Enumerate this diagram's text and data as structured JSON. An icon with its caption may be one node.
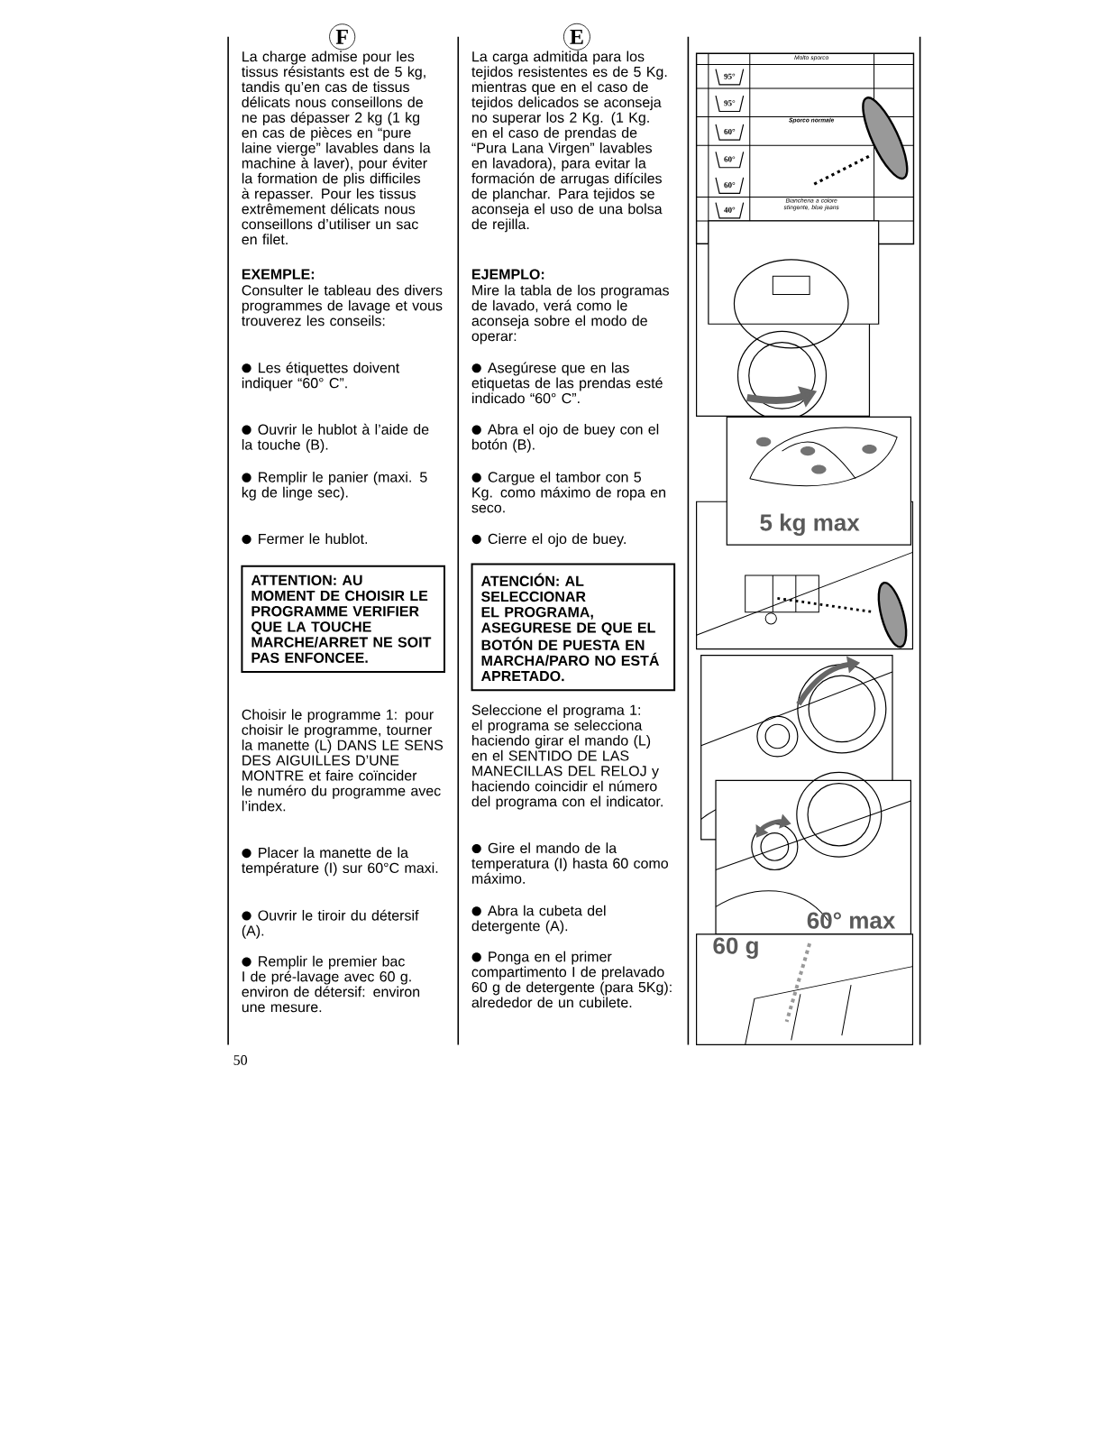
{
  "diagram": {
    "nodes": [
      {
        "text": [
          "ATTENTION: AU MOMENT DE CHOISIR LE PROGRAMME VERIFIER QUE LA TOUCHE MARCHE/ARRET NE SOIT PAS ENFONCEE."
        ]
      },
      {
        "text": [
          "ATENCIÓN: AL SELECCIONAR EL PROGRAMA, ASEGURESE DE QUE EL BOTÓN DE PUESTA EN MARCHA/PARO NO ESTÁ APRETADO."
        ]
      }
    ],
    "labels": [
      "F",
      "E",
      "La charge admise pour les tissus résistants est de 5 kg, tandis qu’en cas de tissus délicats nous conseillons de ne pas dépasser 2 kg (1 kg en cas de pièces en “pure laine vierge” lavables dans la machine à laver), pour éviter la formation de plis difficiles à repasser. Pour les tissus extrêmement délicats nous conseillons d’utiliser un sac en filet.",
      "La carga admitida para los tejidos resistentes es de 5 Kg. mientras que en el caso de tejidos delicados se aconseja no superar los 2 Kg. (1 Kg. en el caso de prendas de “Pura Lana Virgen” lavables en lavadora), para evitar la formación de arrugas difíciles de planchar. Para tejidos se aconseja el uso de una bolsa de rejilla.",
      "EXEMPLE:",
      "Consulter le tableau des divers programmes de lavage et vous trouverez les conseils:",
      "EJEMPLO:",
      "Mire la tabla de los programas de lavado, verá como le aconseja sobre el modo de operar:",
      "Les étiquettes doivent indiquer “60° C”.",
      "Asegúrese que en las etiquetas de las prendas esté indicado “60° C”.",
      "Ouvrir le hublot à l’aide de la touche (B).",
      "Abra el ojo de buey con el botón (B).",
      "Remplir le panier (maxi. 5 kg de linge sec).",
      "Cargue el tambor con 5 Kg. como máximo de ropa en seco.",
      "Fermer le hublot.",
      "Cierre el ojo de buey.",
      "Choisir le programme 1: pour choisir le programme, tourner la manette (L) DANS LE SENS DES AIGUILLES D’UNE MONTRE et faire coïncider le numéro du programme avec l’index.",
      "Seleccione el programa 1: el programa se selecciona haciendo girar el mando (L) en el SENTIDO DE LAS MANECILLAS DEL RELOJ y haciendo coincidir el número del programa con el indicator.",
      "Placer la manette de la température (I) sur 60°C maxi.",
      "Gire el mando de la temperatura (I) hasta 60 como máximo.",
      "Ouvrir le tiroir du détersif (A).",
      "Abra la cubeta del detergente (A).",
      "Remplir le premier bac I de pré-lavage avec 60 g. environ de détersif: environ une mesure.",
      "Ponga en el primer compartimento I de prelavado 60 g de detergente (para 5Kg): alrededor de un cubilete.",
      "50",
      "95°",
      "95°",
      "60°",
      "60°",
      "60°",
      "40°",
      "Molto sporco",
      "Sporco normale",
      "Biancheria a colore stingente, blue jeans",
      "5 kg max",
      "60° max",
      "60 g"
    ]
  }
}
